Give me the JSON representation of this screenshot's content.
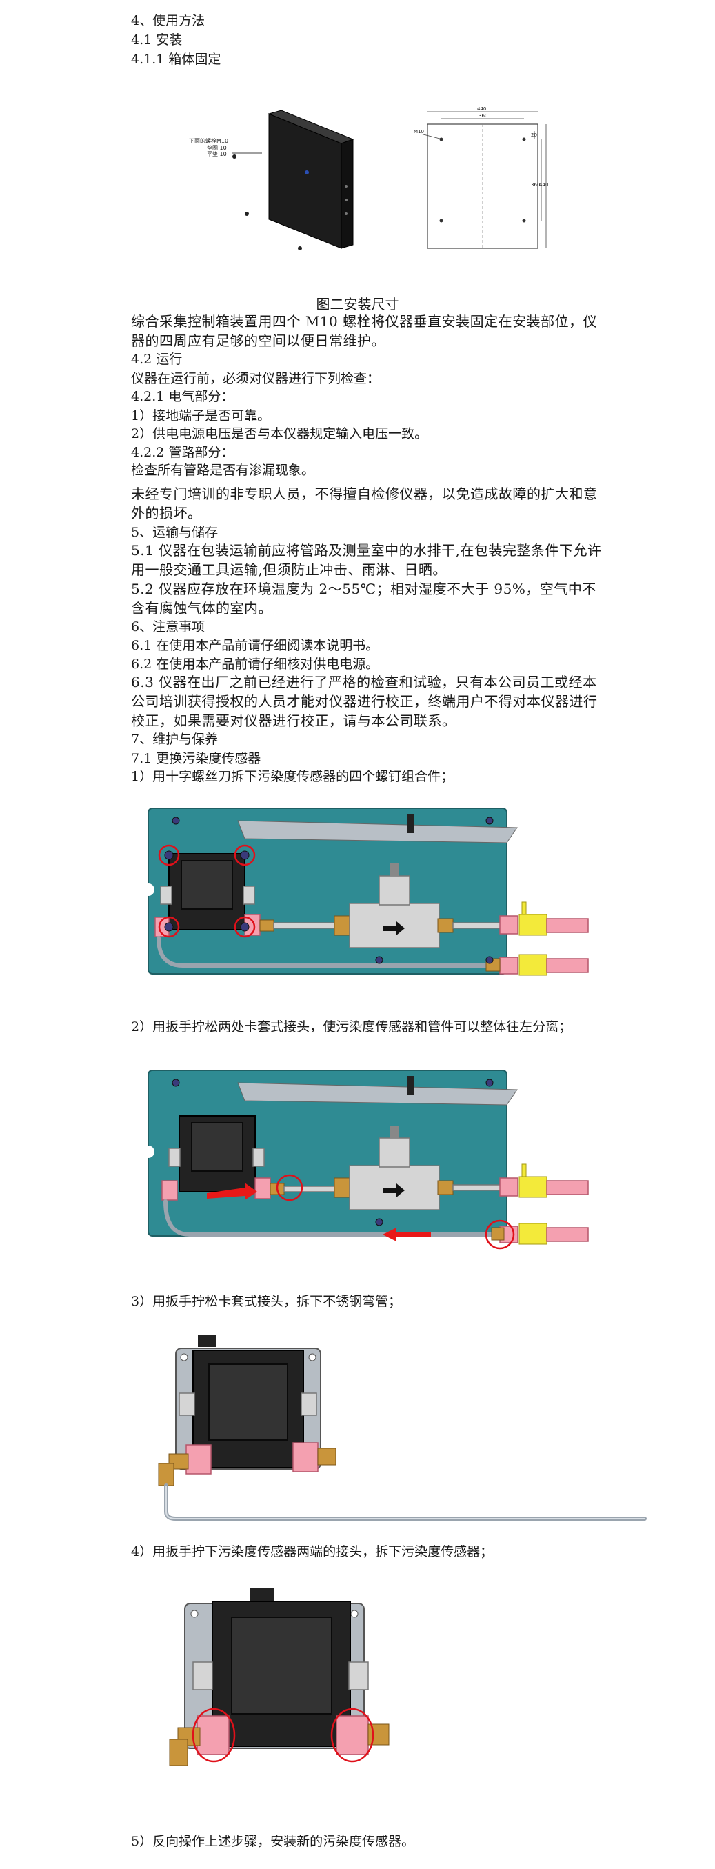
{
  "lines": {
    "s4": "4、使用方法",
    "s41": "4.1  安装",
    "s411": "4.1.1  箱体固定",
    "caption": "图二安装尺寸",
    "p_mount": "综合采集控制箱装置用四个 M10 螺栓将仪器垂直安装固定在安装部位，仪器的四周应有足够的空间以便日常维护。",
    "s42": "4.2  运行",
    "p_run": "仪器在运行前，必须对仪器进行下列检查：",
    "s421": "4.2.1  电气部分：",
    "e1": "1）接地端子是否可靠。",
    "e2": "2）供电电源电压是否与本仪器规定输入电压一致。",
    "s422": "4.2.2 管路部分：",
    "pipe_check": "检查所有管路是否有渗漏现象。",
    "p_warn": "未经专门培训的非专职人员，不得擅自检修仪器，以免造成故障的扩大和意外的损坏。",
    "s5": "5、运输与储存",
    "p51": "5.1 仪器在包装运输前应将管路及测量室中的水排干,在包装完整条件下允许用一般交通工具运输,但须防止冲击、雨淋、日晒。",
    "p52": "5.2 仪器应存放在环境温度为 2～55℃；相对湿度不大于 95%，空气中不含有腐蚀气体的室内。",
    "s6": "6、注意事项",
    "p61": "6.1 在使用本产品前请仔细阅读本说明书。",
    "p62": "6.2 在使用本产品前请仔细核对供电电源。",
    "p63": "6.3 仪器在出厂之前已经进行了严格的检查和试验，只有本公司员工或经本公司培训获得授权的人员才能对仪器进行校正，终端用户不得对本仪器进行校正，如果需要对仪器进行校正，请与本公司联系。",
    "s7": "7、维护与保养",
    "s71": "7.1  更换污染度传感器",
    "step1": "1）用十字螺丝刀拆下污染度传感器的四个螺钉组合件；",
    "step2": "2）用扳手拧松两处卡套式接头，使污染度传感器和管件可以整体往左分离；",
    "step3": "3）用扳手拧松卡套式接头，拆下不锈钢弯管；",
    "step4": "4）用扳手拧下污染度传感器两端的接头，拆下污染度传感器；",
    "step5": "5）反向操作上述步骤，安装新的污染度传感器。"
  },
  "drawing": {
    "callout_bolt": "下面的螺栓M10",
    "callout_a": "垫圈 10",
    "callout_b": "平垫 10",
    "dim_total_w": "440",
    "dim_inner_w": "360",
    "dim_hole": "M10",
    "dim_top": "20",
    "dim_inner_h": "360",
    "dim_total_h": "440"
  },
  "colors": {
    "plate": "#2f8b93",
    "highlight": "#e0101a",
    "fitting_pink": "#f4a0b0",
    "fitting_yellow": "#f3ea3a"
  }
}
